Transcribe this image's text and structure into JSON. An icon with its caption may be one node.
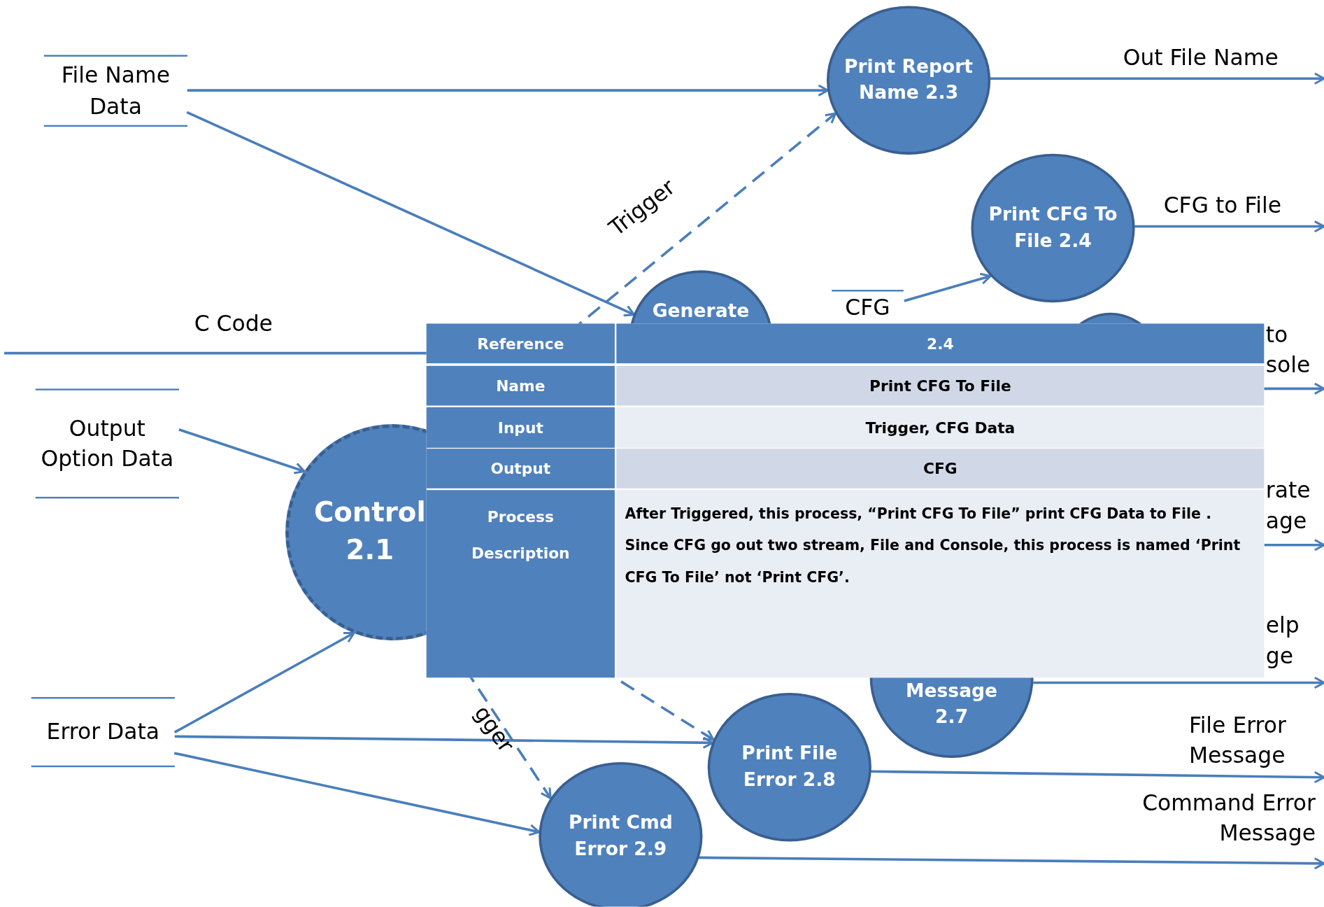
{
  "diagram": {
    "nodes": [
      {
        "text": [
          "File Name Data"
        ]
      },
      {
        "text": [
          "Print Report Name 2.3"
        ]
      },
      {
        "text": [
          "Print CFG To File 2.4"
        ]
      },
      {
        "text": [
          "Generate"
        ]
      },
      {
        "text": [
          "CFG"
        ]
      },
      {
        "text": [],
        "shape": "circle"
      },
      {
        "text": [
          "Output Option Data"
        ]
      },
      {
        "text": [
          "Control 2.1"
        ]
      },
      {
        "text": [
          "Error Data"
        ]
      },
      {
        "text": [
          "Message 2.7"
        ]
      },
      {
        "text": [
          "Print File Error 2.8"
        ]
      },
      {
        "text": [
          "Print Cmd Error 2.9"
        ]
      }
    ],
    "edges": [
      {
        "from": 0,
        "to": 1,
        "arrow": "to"
      },
      {
        "from": 0,
        "to": 3,
        "arrow": "to"
      },
      {
        "from": 7,
        "to": 1,
        "arrow": "to",
        "label": "Trigger",
        "style": "dashed"
      },
      {
        "from": 1,
        "to": null,
        "arrow": "to",
        "label": "Out File Name"
      },
      {
        "from": 2,
        "to": null,
        "arrow": "to",
        "label": "CFG to File"
      },
      {
        "from": 4,
        "to": 2,
        "arrow": "to"
      },
      {
        "from": null,
        "to": 3,
        "arrow": "to",
        "label": "C Code"
      },
      {
        "from": 6,
        "to": 7,
        "arrow": "to"
      },
      {
        "from": 8,
        "to": 7,
        "arrow": "to"
      },
      {
        "from": 8,
        "to": 10,
        "arrow": "to"
      },
      {
        "from": 8,
        "to": 11,
        "arrow": "to"
      },
      {
        "from": 7,
        "to": 11,
        "arrow": "to",
        "label": "gger",
        "style": "dashed"
      },
      {
        "from": 7,
        "to": 10,
        "arrow": "to",
        "style": "dashed"
      },
      {
        "from": 10,
        "to": null,
        "arrow": "to",
        "label": "File Error Message"
      },
      {
        "from": 11,
        "to": null,
        "arrow": "to",
        "label": "Command Error Message"
      },
      {
        "from": 9,
        "to": null,
        "arrow": "to",
        "label": "elp ge"
      },
      {
        "from": 5,
        "to": null,
        "arrow": "to",
        "label": "to sole"
      }
    ],
    "labels": [
      "Reference",
      "2.4",
      "Name",
      "Print CFG To File",
      "Input",
      "Trigger, CFG Data",
      "Output",
      "CFG",
      "Process Description",
      "After Triggered, this process, “Print CFG To File” print CFG Data to File . Since CFG go out two stream, File and Console, this process is named ‘Print CFG To File’ not ‘Print CFG’.",
      "rate age"
    ]
  }
}
